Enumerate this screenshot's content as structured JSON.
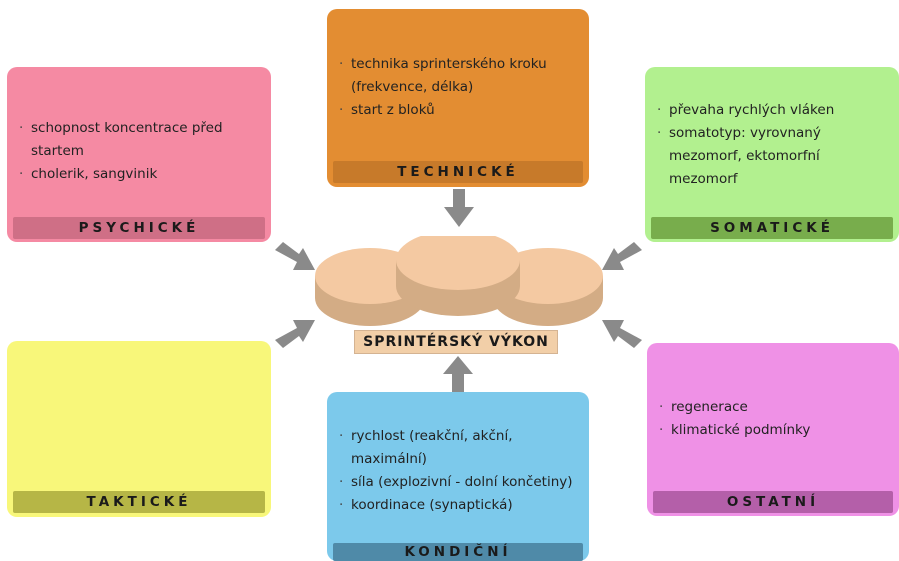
{
  "center": {
    "label": "SPRINTÉRSKÝ VÝKON"
  },
  "boxes": {
    "technicke": {
      "title": "TECHNICKÉ",
      "items": [
        "technika sprinterského kroku\n(frekvence, délka)",
        "start z bloků"
      ],
      "color": "#e38d32",
      "band_color": "#c77a2a"
    },
    "psychicke": {
      "title": "PSYCHICKÉ",
      "items": [
        "schopnost koncentrace před\nstartem",
        "cholerik, sangvinik"
      ],
      "color": "#f58aa3",
      "band_color": "#cf6f86"
    },
    "somaticke": {
      "title": "SOMATICKÉ",
      "items": [
        "převaha rychlých vláken",
        "somatotyp: vyrovnaný\nmezomorf, ektomorfní\nmezomorf"
      ],
      "color": "#b2f08f",
      "band_color": "#78ad4c"
    },
    "takticke": {
      "title": "TAKTICKÉ",
      "items": [],
      "color": "#f8f77a",
      "band_color": "#b6b646"
    },
    "kondicni": {
      "title": "KONDIČNÍ",
      "items": [
        "rychlost (reakční, akční,\nmaximální)",
        "síla (explozivní - dolní končetiny)",
        "koordinace (synaptická)"
      ],
      "color": "#7cc9eb",
      "band_color": "#4f8aa8"
    },
    "ostatni": {
      "title": "OSTATNÍ",
      "items": [
        "regenerace",
        "klimatické podmínky"
      ],
      "color": "#ef91e6",
      "band_color": "#b45fa9"
    }
  },
  "colors": {
    "arrow": "#8a8a8a",
    "coin_top": "#f4c9a2",
    "coin_side": "#d3ac85"
  }
}
